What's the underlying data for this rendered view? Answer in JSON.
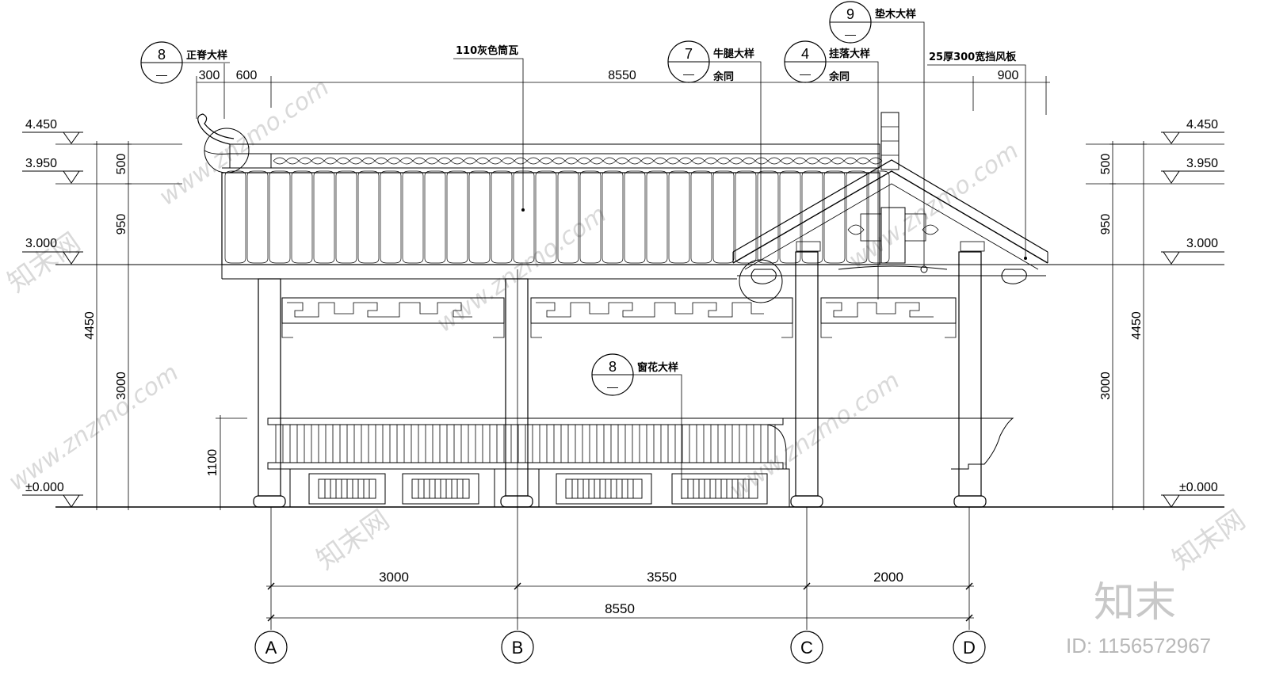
{
  "drawing": {
    "callouts": [
      {
        "id": "ridge",
        "number": "8",
        "sheet": "—",
        "label": "正脊大样",
        "note": ""
      },
      {
        "id": "bracket",
        "number": "7",
        "sheet": "—",
        "label": "牛腿大样",
        "note": "余同"
      },
      {
        "id": "hanging",
        "number": "4",
        "sheet": "—",
        "label": "挂落大样",
        "note": "余同"
      },
      {
        "id": "block",
        "number": "9",
        "sheet": "—",
        "label": "垫木大样",
        "note": ""
      },
      {
        "id": "window",
        "number": "8",
        "sheet": "—",
        "label": "窗花大样",
        "note": ""
      }
    ],
    "annotations": {
      "tile": "110灰色筒瓦",
      "board": "25厚300宽挡风板"
    },
    "levels": {
      "top": "4.450",
      "eave": "3.950",
      "beam": "3.000",
      "ground": "±0.000"
    },
    "top_dims": {
      "d300": "300",
      "d600": "600",
      "d8550": "8550",
      "d900": "900"
    },
    "left_dims": {
      "d500": "500",
      "d950": "950",
      "d3000": "3000",
      "d4450": "4450",
      "d1100": "1100"
    },
    "right_dims": {
      "d500": "500",
      "d950": "950",
      "d3000": "3000",
      "d4450": "4450"
    },
    "bottom_dims": {
      "ab": "3000",
      "bc": "3550",
      "cd": "2000",
      "total": "8550"
    },
    "axes": [
      "A",
      "B",
      "C",
      "D"
    ]
  },
  "watermark": {
    "logo": "知末",
    "id_text": "ID: 1156572967",
    "site": "www.znzmo.com",
    "brand": "知末网"
  }
}
